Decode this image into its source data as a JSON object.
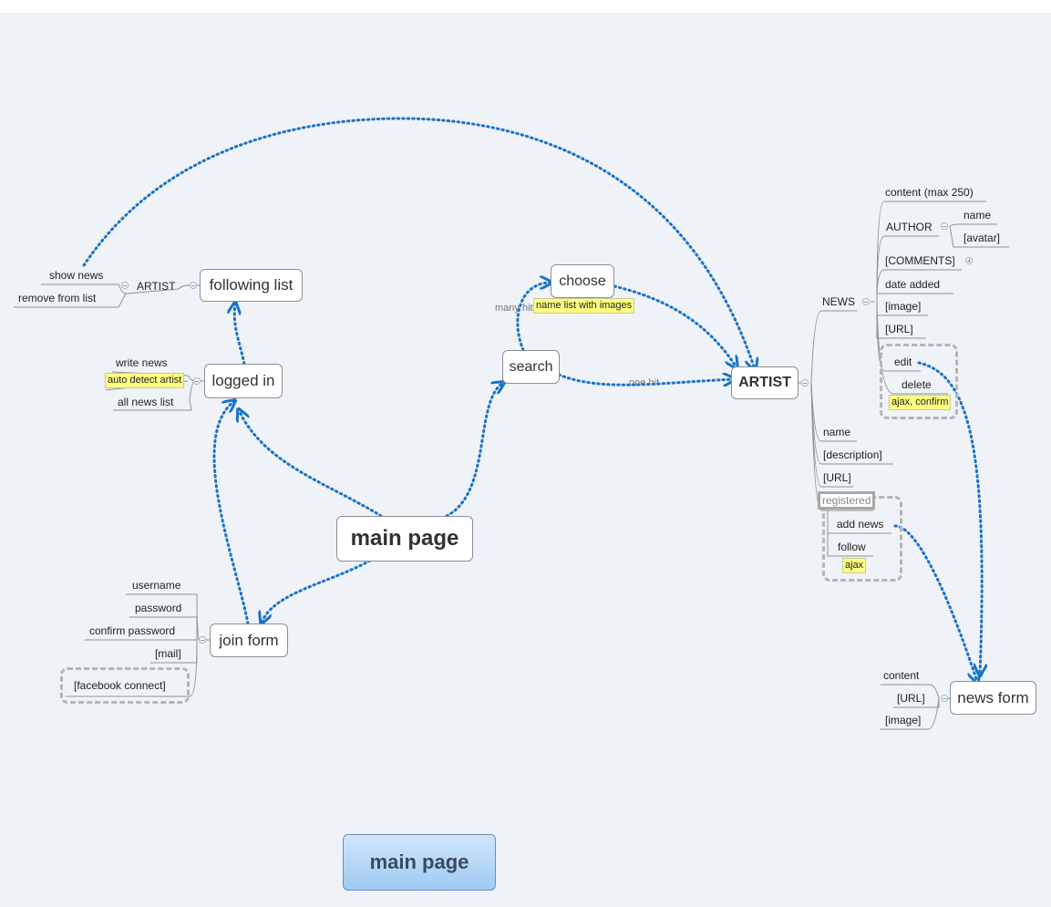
{
  "topics": {
    "main": "main page",
    "following_list": "following list",
    "logged_in": "logged in",
    "join_form": "join form",
    "search": "search",
    "choose": "choose",
    "artist": "ARTIST",
    "news_form": "news form"
  },
  "following": {
    "artist": "ARTIST",
    "show_news": "show news",
    "remove_from_list": "remove from list"
  },
  "logged": {
    "write_news": "write news",
    "auto_detect": "auto detect artist",
    "all_news": "all news list"
  },
  "join": {
    "username": "username",
    "password": "password",
    "confirm_password": "confirm password",
    "mail": "[mail]",
    "facebook": "[facebook connect]"
  },
  "search_labels": {
    "many_hits": "many hits",
    "one_hit": "one hit",
    "name_list": "name list with images"
  },
  "artist_children": {
    "news": "NEWS",
    "name": "name",
    "description": "[description]",
    "url": "[URL]",
    "registered": "registered",
    "add_news": "add news",
    "follow": "follow",
    "ajax": "ajax"
  },
  "news_children": {
    "content": "content (max 250)",
    "author": "AUTHOR",
    "author_name": "name",
    "author_avatar": "[avatar]",
    "comments": "[COMMENTS]",
    "date_added": "date added",
    "image": "[image]",
    "url": "[URL]",
    "edit": "edit",
    "delete": "delete",
    "ajax_confirm": "ajax, confirm"
  },
  "news_form_children": {
    "content": "content",
    "url": "[URL]",
    "image": "[image]"
  },
  "sheet_tab": "main page",
  "colors": {
    "canvas": "#eff2f6",
    "relation": "#1a73c8",
    "branch_line": "#8e949b",
    "note": "#ffff80",
    "tab": "#9fcbf3"
  }
}
